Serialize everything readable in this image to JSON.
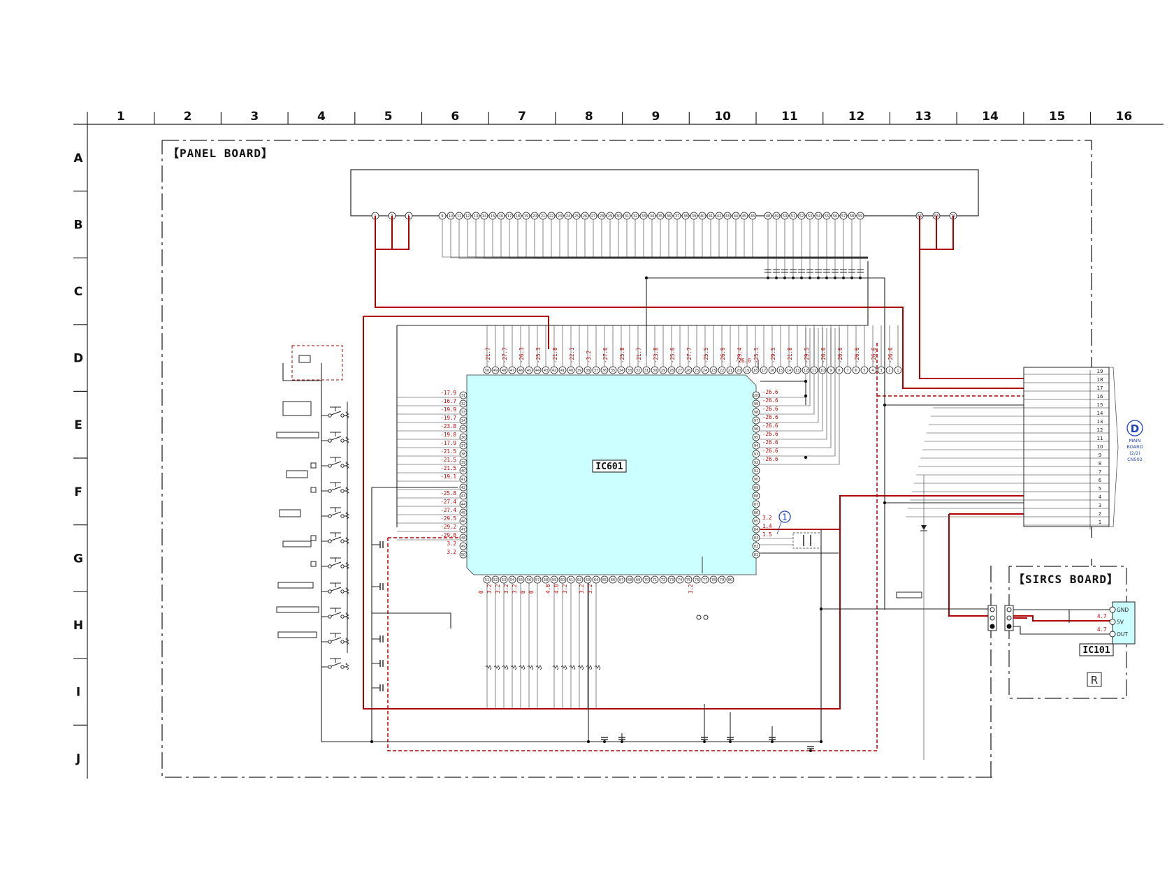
{
  "grid": {
    "columns": [
      "1",
      "2",
      "3",
      "4",
      "5",
      "6",
      "7",
      "8",
      "9",
      "10",
      "11",
      "12",
      "13",
      "14",
      "15",
      "16"
    ],
    "rows": [
      "A",
      "B",
      "C",
      "D",
      "E",
      "F",
      "G",
      "H",
      "I",
      "J"
    ]
  },
  "boards": {
    "panel": "【PANEL BOARD】",
    "sircs": "【SIRCS BOARD】"
  },
  "ics": {
    "main": "IC601",
    "sircs": "IC101"
  },
  "main_board_ref": {
    "letter": "D",
    "line1": "MAIN",
    "line2": "BOARD",
    "line3": "(2/2)",
    "line4": "CN502"
  },
  "sircs_pins": [
    "GND",
    "5V",
    "OUT"
  ],
  "sircs_voltages": [
    "4.7",
    "4.7"
  ],
  "circle_marker": "1",
  "remote_mark": "R",
  "top_pins": [
    "1",
    "3",
    "5",
    "9",
    "10",
    "11",
    "12",
    "13",
    "14",
    "15",
    "16",
    "17",
    "18",
    "19",
    "20",
    "21",
    "22",
    "23",
    "24",
    "25",
    "26",
    "27",
    "28",
    "29",
    "30",
    "31",
    "32",
    "33",
    "34",
    "35",
    "36",
    "37",
    "38",
    "39",
    "40",
    "41",
    "42",
    "43",
    "44",
    "45",
    "46",
    "48",
    "49",
    "50",
    "51",
    "52",
    "53",
    "54",
    "55",
    "56",
    "57",
    "58",
    "59",
    "66",
    "68",
    "70"
  ],
  "ic_top_pins": [
    "50",
    "49",
    "48",
    "47",
    "46",
    "45",
    "44",
    "43",
    "42",
    "41",
    "40",
    "39",
    "38",
    "37",
    "36",
    "35",
    "34",
    "33",
    "32",
    "31",
    "30",
    "29",
    "28",
    "27",
    "26",
    "25",
    "24",
    "23",
    "22",
    "21",
    "20",
    "19",
    "18",
    "17",
    "16",
    "15",
    "14",
    "13",
    "12",
    "11",
    "10",
    "9",
    "8",
    "7",
    "6",
    "5",
    "4",
    "3",
    "2",
    "1"
  ],
  "ic_top_voltages": [
    "-21.7",
    "-27.7",
    "-26.3",
    "-25.3",
    "-21.8",
    "-22.1",
    "-3.2",
    "-27.6",
    "-25.8",
    "-21.7",
    "-23.8",
    "-25.6",
    "-27.7",
    "-25.5",
    "-26.9",
    "-29.4",
    "-25.5",
    "-29.5",
    "-21.8",
    "-29.5",
    "-26.6",
    "-26.6",
    "-26.6",
    "-26.6",
    "-26.6"
  ],
  "ic_left_pins": [
    "31",
    "32",
    "33",
    "34",
    "35",
    "36",
    "37",
    "38",
    "39",
    "40",
    "41",
    "42",
    "43",
    "44",
    "45",
    "46",
    "47",
    "48",
    "49",
    "50"
  ],
  "ic_left_voltages": [
    "-17.9",
    "-16.7",
    "-19.9",
    "-19.7",
    "-23.8",
    "-19.8",
    "-17.9",
    "-21.5",
    "-21.5",
    "-21.5",
    "-19.1",
    "",
    "-25.8",
    "-27.4",
    "-27.4",
    "-29.5",
    "-29.2",
    "-29.8",
    "3.2",
    "3.2"
  ],
  "ic_right_pins": [
    "100",
    "99",
    "98",
    "97",
    "96",
    "95",
    "94",
    "93",
    "92",
    "91",
    "90",
    "89",
    "88",
    "87",
    "86",
    "85",
    "84",
    "83",
    "82",
    "81"
  ],
  "ic_right_voltages": [
    "-26.6",
    "-26.6",
    "-26.6",
    "-26.6",
    "-26.6",
    "-26.6",
    "-26.6",
    "-26.6",
    "-26.6",
    "",
    "",
    "",
    "",
    "",
    "",
    "3.2",
    "1.4",
    "1.5",
    "",
    ""
  ],
  "ic_bottom_pins": [
    "51",
    "52",
    "53",
    "54",
    "55",
    "56",
    "57",
    "58",
    "59",
    "60",
    "61",
    "62",
    "63",
    "64",
    "65",
    "66",
    "67",
    "68",
    "69",
    "70",
    "71",
    "72",
    "73",
    "74",
    "75",
    "76",
    "77",
    "78",
    "79",
    "80"
  ],
  "ic_bottom_voltages": [
    "0",
    "3.2",
    "3.2",
    "3.2",
    "3.2",
    "0",
    "0",
    "",
    "4.8",
    "4.8",
    "3.2",
    "",
    "3.2",
    "3.2",
    "",
    "",
    "",
    "",
    "",
    "",
    "",
    "",
    "",
    "",
    "",
    "3.2"
  ],
  "right_conn_pins": [
    "19",
    "18",
    "17",
    "16",
    "15",
    "14",
    "13",
    "12",
    "11",
    "10",
    "9",
    "8",
    "7",
    "6",
    "5",
    "4",
    "3",
    "2",
    "1"
  ],
  "extra_voltage_top": "-26.6",
  "colors": {
    "ic_fill": "#ccffff",
    "red_wire": "#b00000",
    "voltage_text": "#c00000",
    "ref_blue": "#1e3fbf"
  }
}
